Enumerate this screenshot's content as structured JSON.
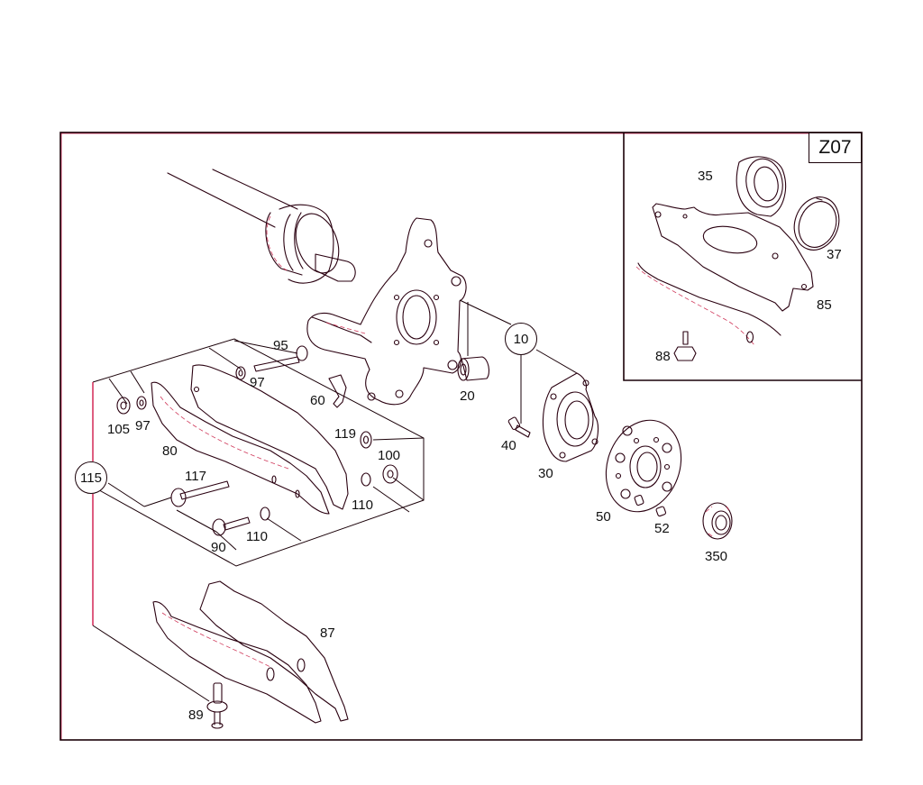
{
  "diagram": {
    "type": "exploded-parts-view",
    "group_code": "Z07",
    "colors": {
      "line": "#2a0010",
      "accent": "#d0184a",
      "background": "#ffffff"
    },
    "callouts": {
      "c10": "10",
      "c115": "115"
    },
    "labels": {
      "l20": "20",
      "l30": "30",
      "l35": "35",
      "l37": "37",
      "l40": "40",
      "l50": "50",
      "l52": "52",
      "l60": "60",
      "l80": "80",
      "l85": "85",
      "l87": "87",
      "l88": "88",
      "l89": "89",
      "l90": "90",
      "l95": "95",
      "l97a": "97",
      "l97b": "97",
      "l100": "100",
      "l105": "105",
      "l110a": "110",
      "l110b": "110",
      "l117": "117",
      "l119": "119",
      "l350": "350"
    },
    "parts": [
      {
        "ref": "10",
        "desc": "assembly callout (bushing 20, bolt 40, bearing housing 30)"
      },
      {
        "ref": "20",
        "desc": "bushing"
      },
      {
        "ref": "30",
        "desc": "wheel bearing housing"
      },
      {
        "ref": "35",
        "desc": "wheel bearing (inset Z07)"
      },
      {
        "ref": "37",
        "desc": "circlip / retaining ring (inset Z07)"
      },
      {
        "ref": "40",
        "desc": "bolt"
      },
      {
        "ref": "50",
        "desc": "wheel hub flange"
      },
      {
        "ref": "52",
        "desc": "wheel stud"
      },
      {
        "ref": "60",
        "desc": "clip"
      },
      {
        "ref": "80",
        "desc": "lower control arm"
      },
      {
        "ref": "85",
        "desc": "control arm (inset Z07)"
      },
      {
        "ref": "87",
        "desc": "control arm variant"
      },
      {
        "ref": "88",
        "desc": "grease nipple / fitting (inset Z07)"
      },
      {
        "ref": "89",
        "desc": "bolt"
      },
      {
        "ref": "90",
        "desc": "bolt"
      },
      {
        "ref": "95",
        "desc": "bolt"
      },
      {
        "ref": "97",
        "desc": "washer"
      },
      {
        "ref": "100",
        "desc": "nut"
      },
      {
        "ref": "105",
        "desc": "nut"
      },
      {
        "ref": "110",
        "desc": "washer"
      },
      {
        "ref": "115",
        "desc": "assembly callout (kit)"
      },
      {
        "ref": "117",
        "desc": "bolt"
      },
      {
        "ref": "119",
        "desc": "bushing / spacer"
      },
      {
        "ref": "350",
        "desc": "collar nut"
      }
    ]
  }
}
